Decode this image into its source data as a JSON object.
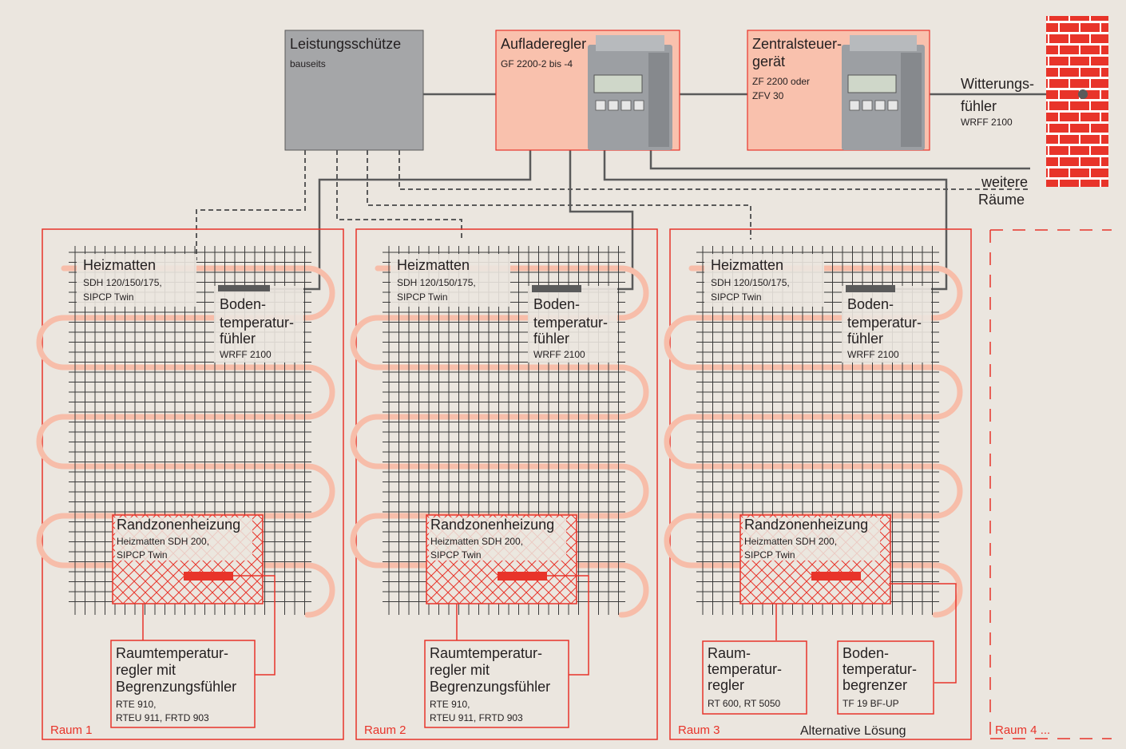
{
  "colors": {
    "background": "#ebe6df",
    "red": "#e8342a",
    "salmon_box": "#f9c1ad",
    "gray_box": "#a5a6a8",
    "heating_loop": "#f7bda9",
    "grid": "#3a3a3a",
    "wire": "#5a5a5a"
  },
  "top": {
    "contactor": {
      "title": "Leistungsschütze",
      "subtitle": "bauseits"
    },
    "charge_controller": {
      "title": "Aufladeregler",
      "model": "GF 2200-2 bis -4"
    },
    "central_unit": {
      "title_line1": "Zentralsteuer-",
      "title_line2": "gerät",
      "model_line1": "ZF 2200 oder",
      "model_line2": "ZFV 30"
    },
    "weather_sensor": {
      "line1": "Witterungs-",
      "line2": "fühler",
      "model": "WRFF 2100"
    },
    "more_rooms": {
      "line1": "weitere",
      "line2": "Räume"
    }
  },
  "rooms": [
    {
      "label": "Raum 1",
      "mats": {
        "title": "Heizmatten",
        "line1": "SDH 120/150/175,",
        "line2": "SIPCP Twin"
      },
      "floor_sensor": {
        "line1": "Boden-",
        "line2": "temperatur-",
        "line3": "fühler",
        "model": "WRFF 2100"
      },
      "edge_zone": {
        "title": "Randzonenheizung",
        "line1": "Heizmatten SDH 200,",
        "line2": "SIPCP Twin"
      },
      "controllers": [
        {
          "lines": [
            "Raumtemperatur-",
            "regler mit",
            "Begrenzungsfühler"
          ],
          "models": [
            "RTE 910,",
            "RTEU 911, FRTD 903"
          ]
        }
      ]
    },
    {
      "label": "Raum 2",
      "mats": {
        "title": "Heizmatten",
        "line1": "SDH 120/150/175,",
        "line2": "SIPCP Twin"
      },
      "floor_sensor": {
        "line1": "Boden-",
        "line2": "temperatur-",
        "line3": "fühler",
        "model": "WRFF 2100"
      },
      "edge_zone": {
        "title": "Randzonenheizung",
        "line1": "Heizmatten SDH 200,",
        "line2": "SIPCP Twin"
      },
      "controllers": [
        {
          "lines": [
            "Raumtemperatur-",
            "regler mit",
            "Begrenzungsfühler"
          ],
          "models": [
            "RTE 910,",
            "RTEU 911, FRTD 903"
          ]
        }
      ]
    },
    {
      "label": "Raum 3",
      "note": "Alternative Lösung",
      "mats": {
        "title": "Heizmatten",
        "line1": "SDH 120/150/175,",
        "line2": "SIPCP Twin"
      },
      "floor_sensor": {
        "line1": "Boden-",
        "line2": "temperatur-",
        "line3": "fühler",
        "model": "WRFF 2100"
      },
      "edge_zone": {
        "title": "Randzonenheizung",
        "line1": "Heizmatten SDH 200,",
        "line2": "SIPCP Twin"
      },
      "controllers": [
        {
          "lines": [
            "Raum-",
            "temperatur-",
            "regler"
          ],
          "models": [
            "RT 600, RT 5050"
          ]
        },
        {
          "lines": [
            "Boden-",
            "temperatur-",
            "begrenzer"
          ],
          "models": [
            "TF 19 BF-UP"
          ]
        }
      ]
    }
  ],
  "room4": {
    "label": "Raum 4 ..."
  }
}
